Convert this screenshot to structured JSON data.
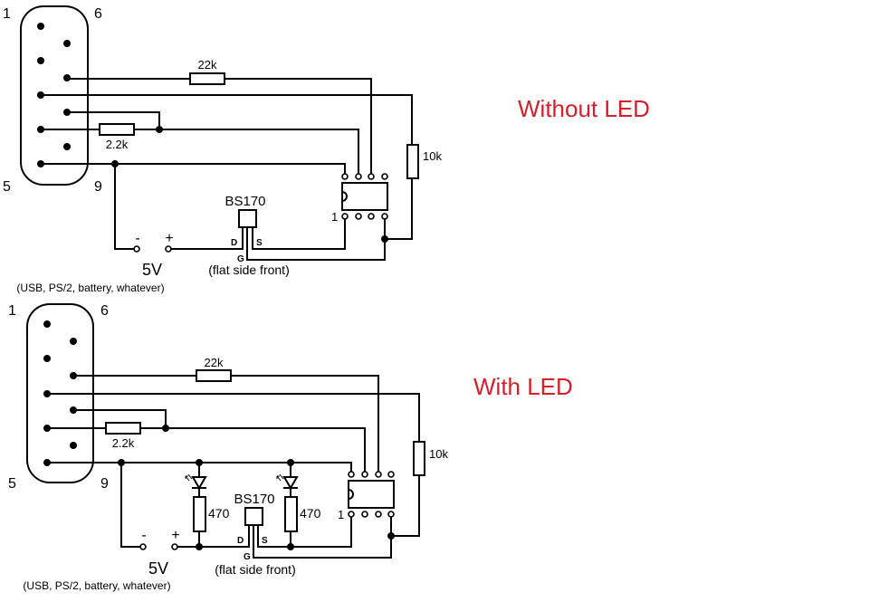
{
  "colors": {
    "title": "#d4202a",
    "wire": "#000000"
  },
  "top": {
    "title": "Without LED",
    "connector_pins": {
      "p1": "1",
      "p6": "6",
      "p5": "5",
      "p9": "9"
    },
    "r_22k": "22k",
    "r_2_2k": "2.2k",
    "r_10k": "10k",
    "transistor": "BS170",
    "pin_d": "D",
    "pin_s": "S",
    "pin_g": "G",
    "orientation_note": "(flat side front)",
    "ic_pin1": "1",
    "supply_minus": "-",
    "supply_plus": "+",
    "supply_voltage": "5V",
    "supply_note": "(USB, PS/2, battery, whatever)"
  },
  "bottom": {
    "title": "With LED",
    "connector_pins": {
      "p1": "1",
      "p6": "6",
      "p5": "5",
      "p9": "9"
    },
    "r_22k": "22k",
    "r_2_2k": "2.2k",
    "r_10k": "10k",
    "r_led1": "470",
    "r_led2": "470",
    "transistor": "BS170",
    "pin_d": "D",
    "pin_s": "S",
    "pin_g": "G",
    "orientation_note": "(flat side front)",
    "ic_pin1": "1",
    "supply_minus": "-",
    "supply_plus": "+",
    "supply_voltage": "5V",
    "supply_note": "(USB, PS/2, battery, whatever)"
  }
}
